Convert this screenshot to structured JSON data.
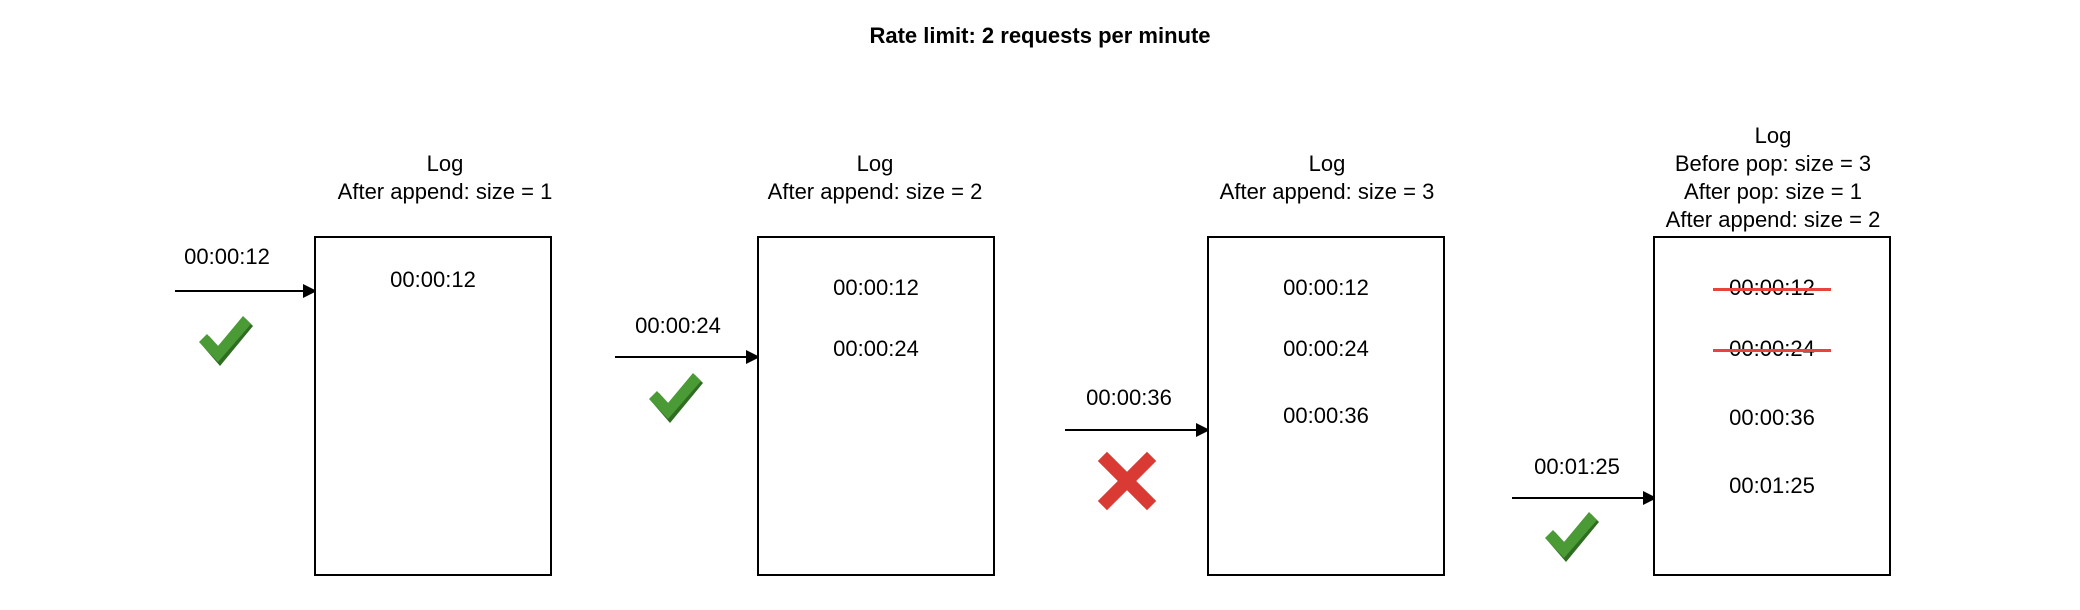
{
  "title": "Rate limit: 2 requests per minute",
  "colors": {
    "check": "#4a9a35",
    "cross": "#d93a34",
    "strike": "#e8433d"
  },
  "panels": [
    {
      "caption": [
        "Log",
        "After append: size = 1"
      ],
      "request_time": "00:00:12",
      "status": "check-icon",
      "entries": [
        {
          "text": "00:00:12",
          "removed": false
        }
      ]
    },
    {
      "caption": [
        "Log",
        "After append: size = 2"
      ],
      "request_time": "00:00:24",
      "status": "check-icon",
      "entries": [
        {
          "text": "00:00:12",
          "removed": false
        },
        {
          "text": "00:00:24",
          "removed": false
        }
      ]
    },
    {
      "caption": [
        "Log",
        "After append: size = 3"
      ],
      "request_time": "00:00:36",
      "status": "cross-icon",
      "entries": [
        {
          "text": "00:00:12",
          "removed": false
        },
        {
          "text": "00:00:24",
          "removed": false
        },
        {
          "text": "00:00:36",
          "removed": false
        }
      ]
    },
    {
      "caption": [
        "Log",
        "Before pop: size = 3",
        "After pop: size = 1",
        "After append: size = 2"
      ],
      "request_time": "00:01:25",
      "status": "check-icon",
      "entries": [
        {
          "text": "00:00:12",
          "removed": true
        },
        {
          "text": "00:00:24",
          "removed": true
        },
        {
          "text": "00:00:36",
          "removed": false
        },
        {
          "text": "00:01:25",
          "removed": false
        }
      ]
    }
  ]
}
